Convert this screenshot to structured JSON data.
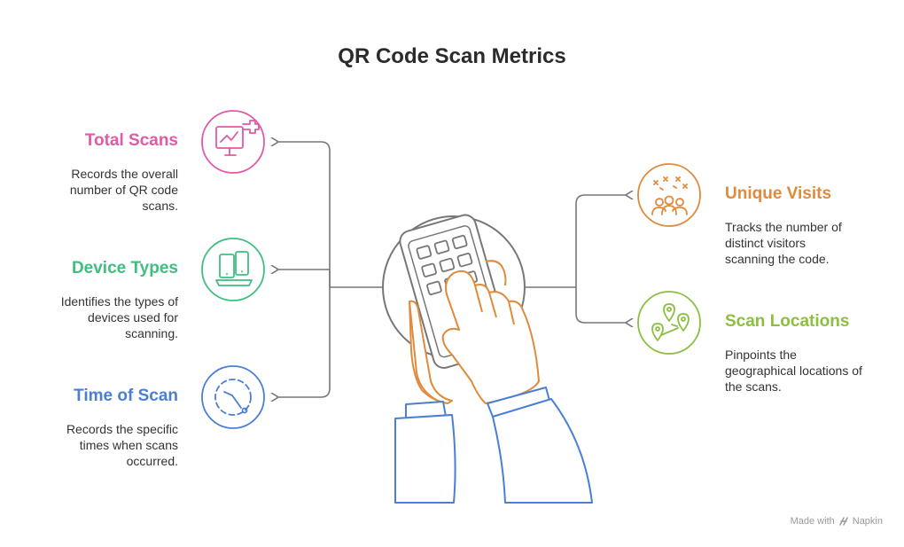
{
  "title": "QR Code Scan Metrics",
  "items": [
    {
      "key": "total-scans",
      "title": "Total Scans",
      "description": "Records the overall number of QR code scans.",
      "color": "#e05aa8",
      "icon": "monitor-chart-icon"
    },
    {
      "key": "device-types",
      "title": "Device Types",
      "description": "Identifies the types of devices used for scanning.",
      "color": "#3fbf7f",
      "icon": "devices-icon"
    },
    {
      "key": "time-of-scan",
      "title": "Time of Scan",
      "description": "Records the specific times when scans occurred.",
      "color": "#4a7fd4",
      "icon": "clock-icon"
    },
    {
      "key": "unique-visits",
      "title": "Unique Visits",
      "description": "Tracks the number of distinct visitors scanning the code.",
      "color": "#e08a3c",
      "icon": "people-icon"
    },
    {
      "key": "scan-locations",
      "title": "Scan Locations",
      "description": "Pinpoints the geographical locations of the scans.",
      "color": "#8cbf3f",
      "icon": "map-pins-icon"
    }
  ],
  "center_icon": "hand-holding-phone-icon",
  "footer": {
    "label": "Made with",
    "brand": "Napkin"
  }
}
